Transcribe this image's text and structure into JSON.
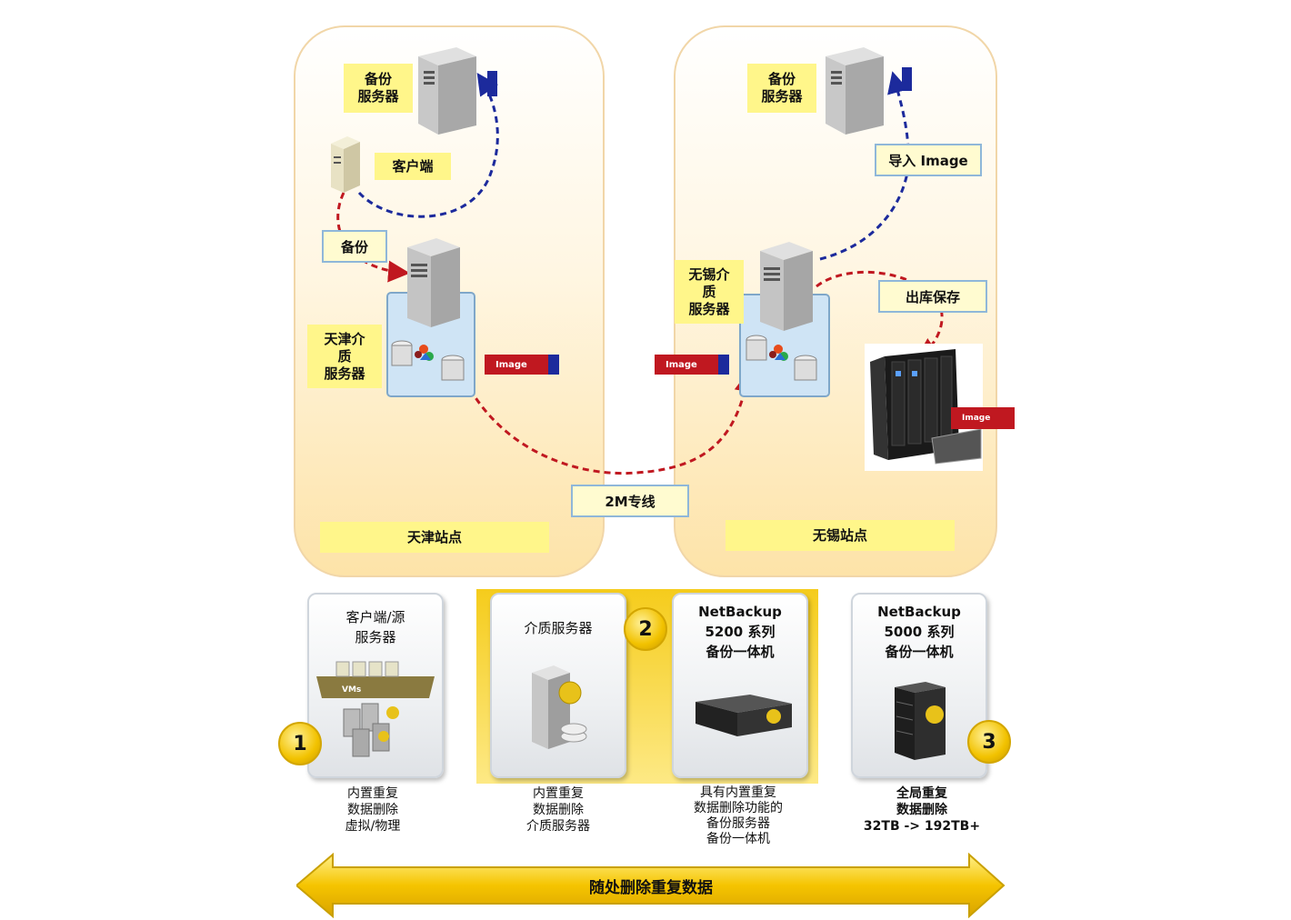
{
  "tianjin": {
    "backup_server_label": "备份\n服务器",
    "client_label": "客户端",
    "backup_action": "备份",
    "media_server_label": "天津介\n质\n服务器",
    "image_tag": "Image",
    "site_name": "天津站点"
  },
  "wuxi": {
    "backup_server_label": "备份\n服务器",
    "import_label": "导入 Image",
    "media_server_label": "无锡介\n质\n服务器",
    "vault_label": "出库保存",
    "image_tag": "Image",
    "library_image_tag": "Image",
    "site_name": "无锡站点"
  },
  "link_label": "2M专线",
  "cards": [
    {
      "title": "客户端/源\n服务器",
      "desc": "内置重复\n数据删除\n虚拟/物理",
      "vm_tag": "VMs"
    },
    {
      "title": "介质服务器",
      "desc": "内置重复\n数据删除\n介质服务器"
    },
    {
      "title": "NetBackup\n5200 系列\n备份一体机",
      "desc": "具有内置重复\n数据删除功能的\n备份服务器\n备份一体机"
    },
    {
      "title": "NetBackup\n5000 系列\n备份一体机",
      "desc": "全局重复\n数据删除\n32TB -> 192TB+"
    }
  ],
  "badges": [
    "1",
    "2",
    "3"
  ],
  "banner": "随处删除重复数据",
  "colors": {
    "accent_red": "#c01820",
    "accent_blue": "#1c2a9c",
    "gold": "#f2c200",
    "label_yellow": "#fff68a"
  }
}
